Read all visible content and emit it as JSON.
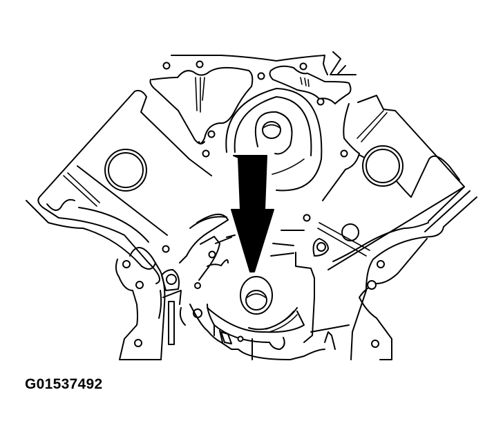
{
  "figure": {
    "id_label": "G01537492",
    "subject": "engine front cover with crankshaft front seal",
    "callout": "arrow-pointing-to-crankshaft-seal",
    "colors": {
      "line": "#000000",
      "background": "#ffffff"
    }
  }
}
